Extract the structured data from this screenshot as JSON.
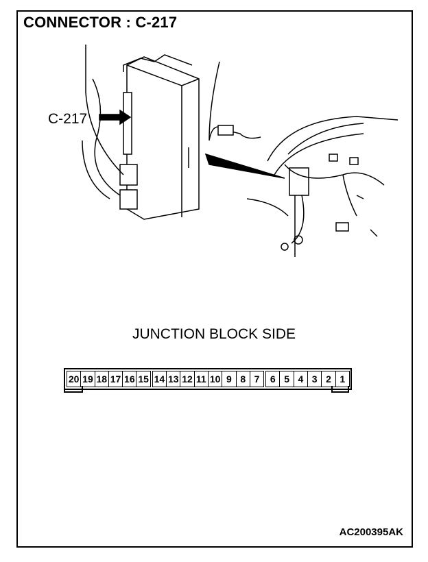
{
  "title": "CONNECTOR : C-217",
  "callout_label": "C-217",
  "view_label": "JUNCTION BLOCK SIDE",
  "connector_pins": [
    "20",
    "19",
    "18",
    "17",
    "16",
    "15",
    "14",
    "13",
    "12",
    "11",
    "10",
    "9",
    "8",
    "7",
    "6",
    "5",
    "4",
    "3",
    "2",
    "1"
  ],
  "figure_code": "AC200395AK"
}
